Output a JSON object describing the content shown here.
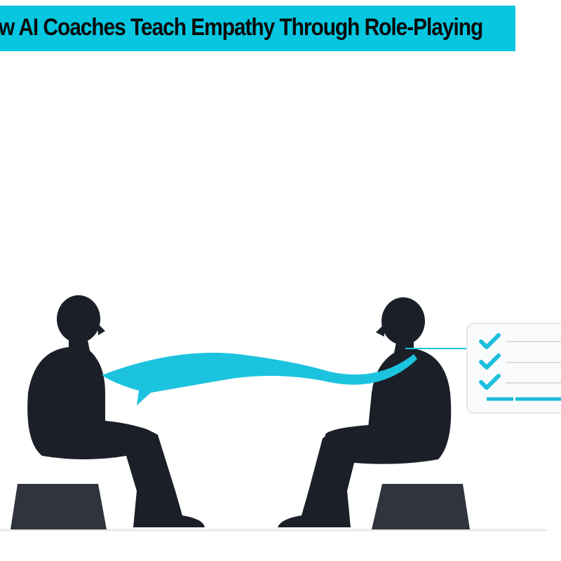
{
  "title": "w AI Coaches Teach Empathy Through Role-Playing",
  "colors": {
    "accent": "#06c6e0",
    "figure": "#1b1f27",
    "stool": "#30343c"
  },
  "illustration": {
    "figures": [
      "person-left",
      "person-right"
    ],
    "checklist": {
      "checked_items": 3,
      "icon": "checkmark-icon"
    }
  }
}
